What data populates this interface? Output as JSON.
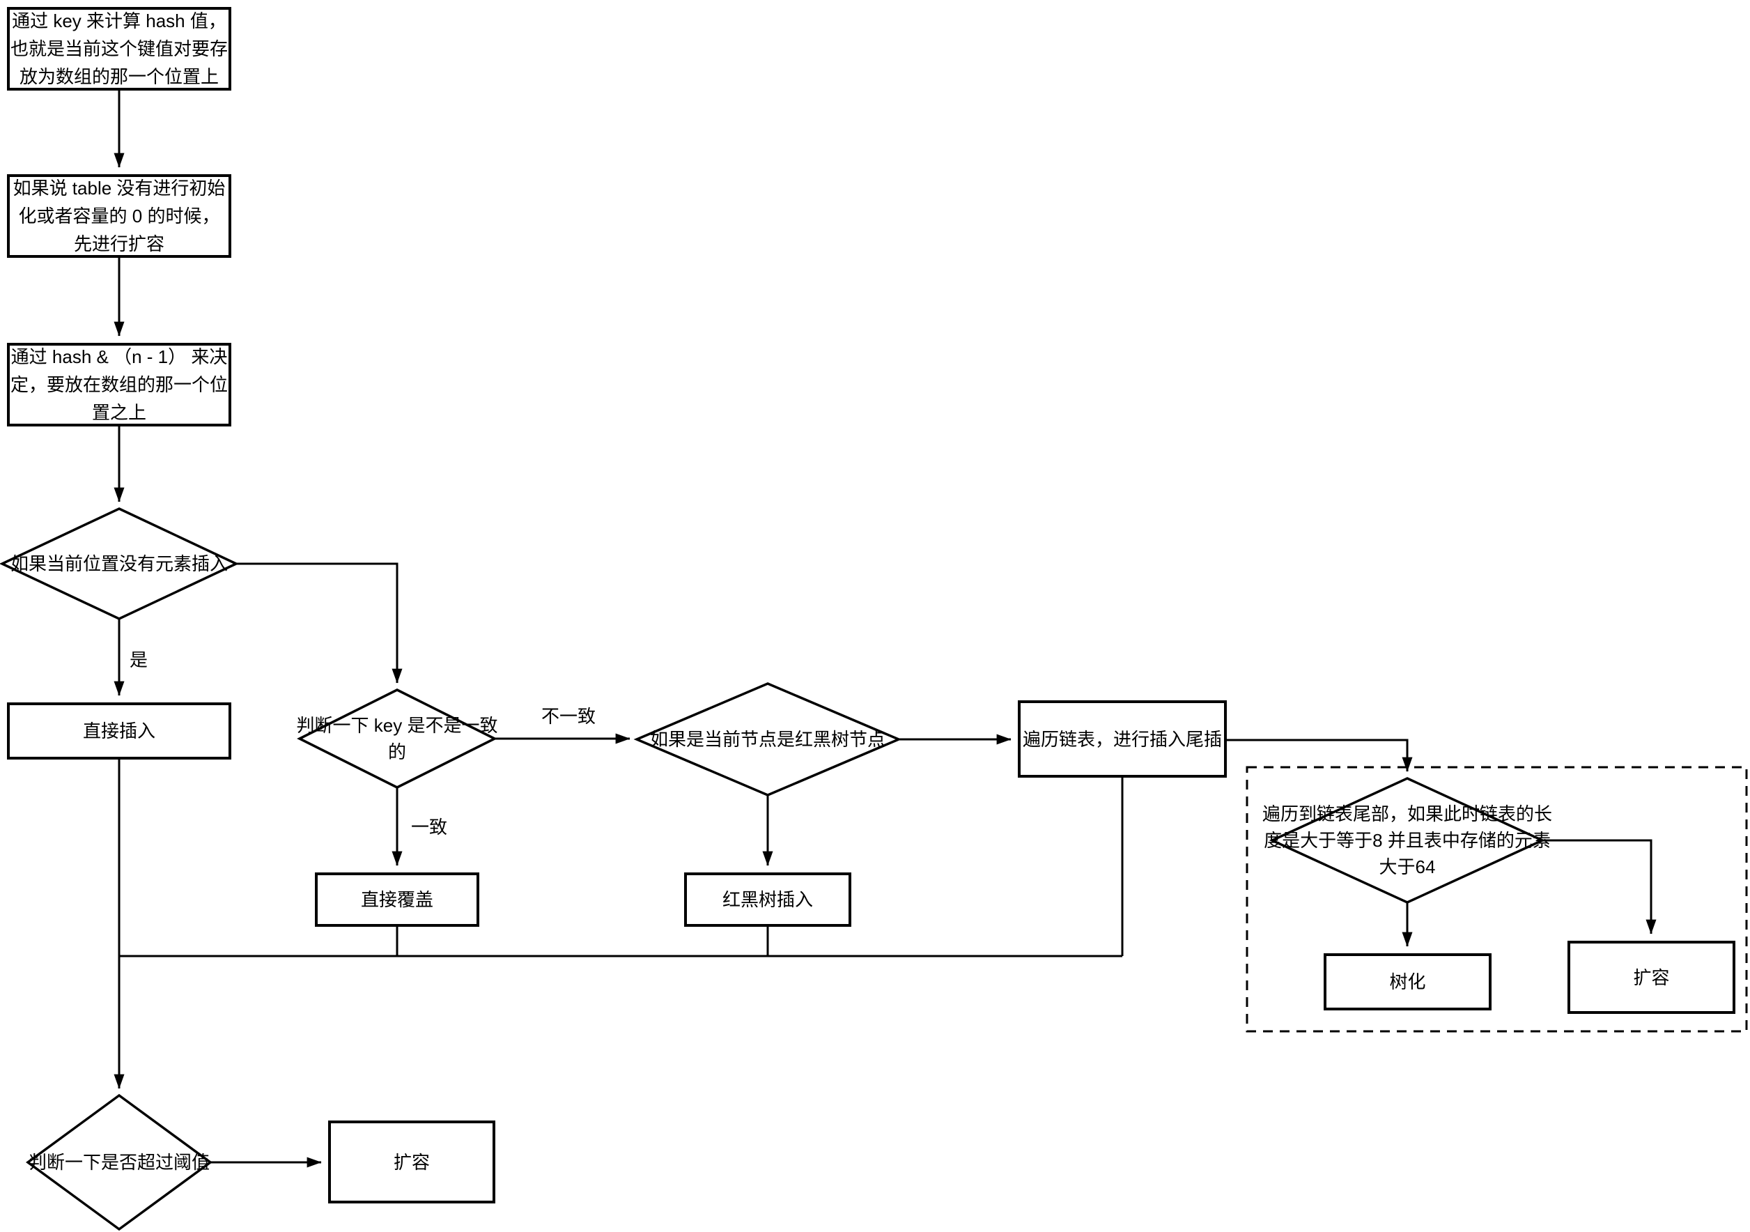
{
  "diagram": {
    "nodes": {
      "hash_calc": "通过 key 来计算 hash 值，也就是当前这个键值对要存放为数组的那一个位置上",
      "table_init": "如果说 table 没有进行初始化或者容量的 0 的时候，先进行扩容",
      "index_calc": "通过 hash & （n - 1） 来决定，要放在数组的那一个位置之上",
      "empty_check": "如果当前位置没有元素插入",
      "direct_insert": "直接插入",
      "key_check": "判断一下 key 是不是一致的",
      "direct_overwrite": "直接覆盖",
      "rbtree_check": "如果是当前节点是红黑树节点",
      "rbtree_insert": "红黑树插入",
      "traverse_list": "遍历链表，进行插入尾插",
      "tail_check": "遍历到链表尾部，如果此时链表的长度是大于等于8 并且表中存储的元素大于64",
      "treeify": "树化",
      "resize_in_group": "扩容",
      "threshold_check": "判断一下是否超过阈值",
      "resize_bottom": "扩容"
    },
    "edge_labels": {
      "yes": "是",
      "same": "一致",
      "not_same": "不一致"
    },
    "colors": {
      "line": "#000000",
      "background": "#ffffff"
    }
  }
}
